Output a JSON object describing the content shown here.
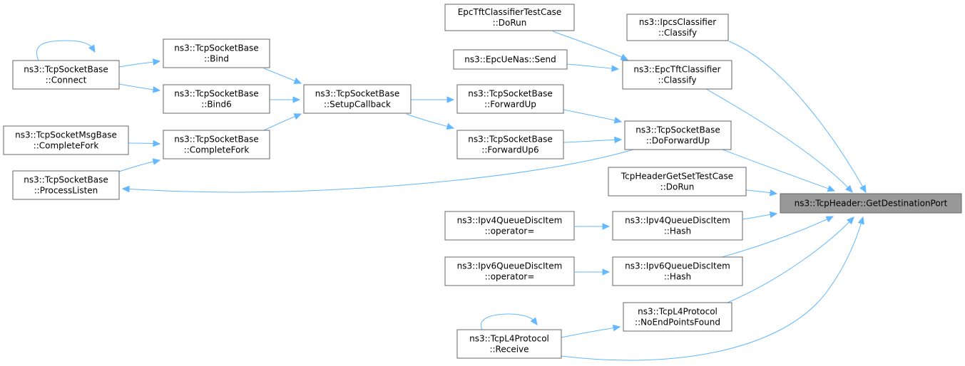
{
  "diagram": {
    "nodes": [
      {
        "id": "target",
        "lines": [
          "ns3::TcpHeader::GetDestinationPort"
        ],
        "target": true
      },
      {
        "id": "ipcs",
        "lines": [
          "ns3::IpcsClassifier",
          "::Classify"
        ]
      },
      {
        "id": "epctftTest",
        "lines": [
          "EpcTftClassifierTestCase",
          "::DoRun"
        ]
      },
      {
        "id": "epcUeNas",
        "lines": [
          "ns3::EpcUeNas::Send"
        ]
      },
      {
        "id": "epcTftClassify",
        "lines": [
          "ns3::EpcTftClassifier",
          "::Classify"
        ]
      },
      {
        "id": "connect",
        "lines": [
          "ns3::TcpSocketBase",
          "::Connect"
        ]
      },
      {
        "id": "bind",
        "lines": [
          "ns3::TcpSocketBase",
          "::Bind"
        ]
      },
      {
        "id": "bind6",
        "lines": [
          "ns3::TcpSocketBase",
          "::Bind6"
        ]
      },
      {
        "id": "setupCallback",
        "lines": [
          "ns3::TcpSocketBase",
          "::SetupCallback"
        ]
      },
      {
        "id": "forwardUp",
        "lines": [
          "ns3::TcpSocketBase",
          "::ForwardUp"
        ]
      },
      {
        "id": "forwardUp6",
        "lines": [
          "ns3::TcpSocketBase",
          "::ForwardUp6"
        ]
      },
      {
        "id": "doForwardUp",
        "lines": [
          "ns3::TcpSocketBase",
          "::DoForwardUp"
        ]
      },
      {
        "id": "msgCompleteFork",
        "lines": [
          "ns3::TcpSocketMsgBase",
          "::CompleteFork"
        ]
      },
      {
        "id": "completeFork",
        "lines": [
          "ns3::TcpSocketBase",
          "::CompleteFork"
        ]
      },
      {
        "id": "processListen",
        "lines": [
          "ns3::TcpSocketBase",
          "::ProcessListen"
        ]
      },
      {
        "id": "tcpHdrTest",
        "lines": [
          "TcpHeaderGetSetTestCase",
          "::DoRun"
        ]
      },
      {
        "id": "ipv4Op",
        "lines": [
          "ns3::Ipv4QueueDiscItem",
          "::operator="
        ]
      },
      {
        "id": "ipv4Hash",
        "lines": [
          "ns3::Ipv4QueueDiscItem",
          "::Hash"
        ]
      },
      {
        "id": "ipv6Op",
        "lines": [
          "ns3::Ipv6QueueDiscItem",
          "::operator="
        ]
      },
      {
        "id": "ipv6Hash",
        "lines": [
          "ns3::Ipv6QueueDiscItem",
          "::Hash"
        ]
      },
      {
        "id": "noEndPoints",
        "lines": [
          "ns3::TcpL4Protocol",
          "::NoEndPointsFound"
        ]
      },
      {
        "id": "receive",
        "lines": [
          "ns3::TcpL4Protocol",
          "::Receive"
        ]
      }
    ],
    "edges": [
      {
        "from": "ipcs",
        "to": "target"
      },
      {
        "from": "epctftTest",
        "to": "epcTftClassify"
      },
      {
        "from": "epcUeNas",
        "to": "epcTftClassify"
      },
      {
        "from": "epcTftClassify",
        "to": "target"
      },
      {
        "from": "connect",
        "to": "connect"
      },
      {
        "from": "connect",
        "to": "bind"
      },
      {
        "from": "connect",
        "to": "bind6"
      },
      {
        "from": "bind",
        "to": "setupCallback"
      },
      {
        "from": "bind6",
        "to": "setupCallback"
      },
      {
        "from": "completeFork",
        "to": "setupCallback"
      },
      {
        "from": "msgCompleteFork",
        "to": "completeFork"
      },
      {
        "from": "processListen",
        "to": "completeFork"
      },
      {
        "from": "setupCallback",
        "to": "forwardUp"
      },
      {
        "from": "setupCallback",
        "to": "forwardUp6"
      },
      {
        "from": "forwardUp",
        "to": "doForwardUp"
      },
      {
        "from": "forwardUp6",
        "to": "doForwardUp"
      },
      {
        "from": "doForwardUp",
        "to": "processListen"
      },
      {
        "from": "doForwardUp",
        "to": "target"
      },
      {
        "from": "tcpHdrTest",
        "to": "target"
      },
      {
        "from": "ipv4Op",
        "to": "ipv4Hash"
      },
      {
        "from": "ipv4Hash",
        "to": "target"
      },
      {
        "from": "ipv6Op",
        "to": "ipv6Hash"
      },
      {
        "from": "ipv6Hash",
        "to": "target"
      },
      {
        "from": "noEndPoints",
        "to": "target"
      },
      {
        "from": "receive",
        "to": "noEndPoints"
      },
      {
        "from": "receive",
        "to": "receive"
      },
      {
        "from": "receive",
        "to": "target"
      }
    ],
    "colors": {
      "edge": "#63b8ff",
      "node_border": "#666666",
      "node_fill": "#ffffff",
      "target_fill": "#999999"
    }
  }
}
